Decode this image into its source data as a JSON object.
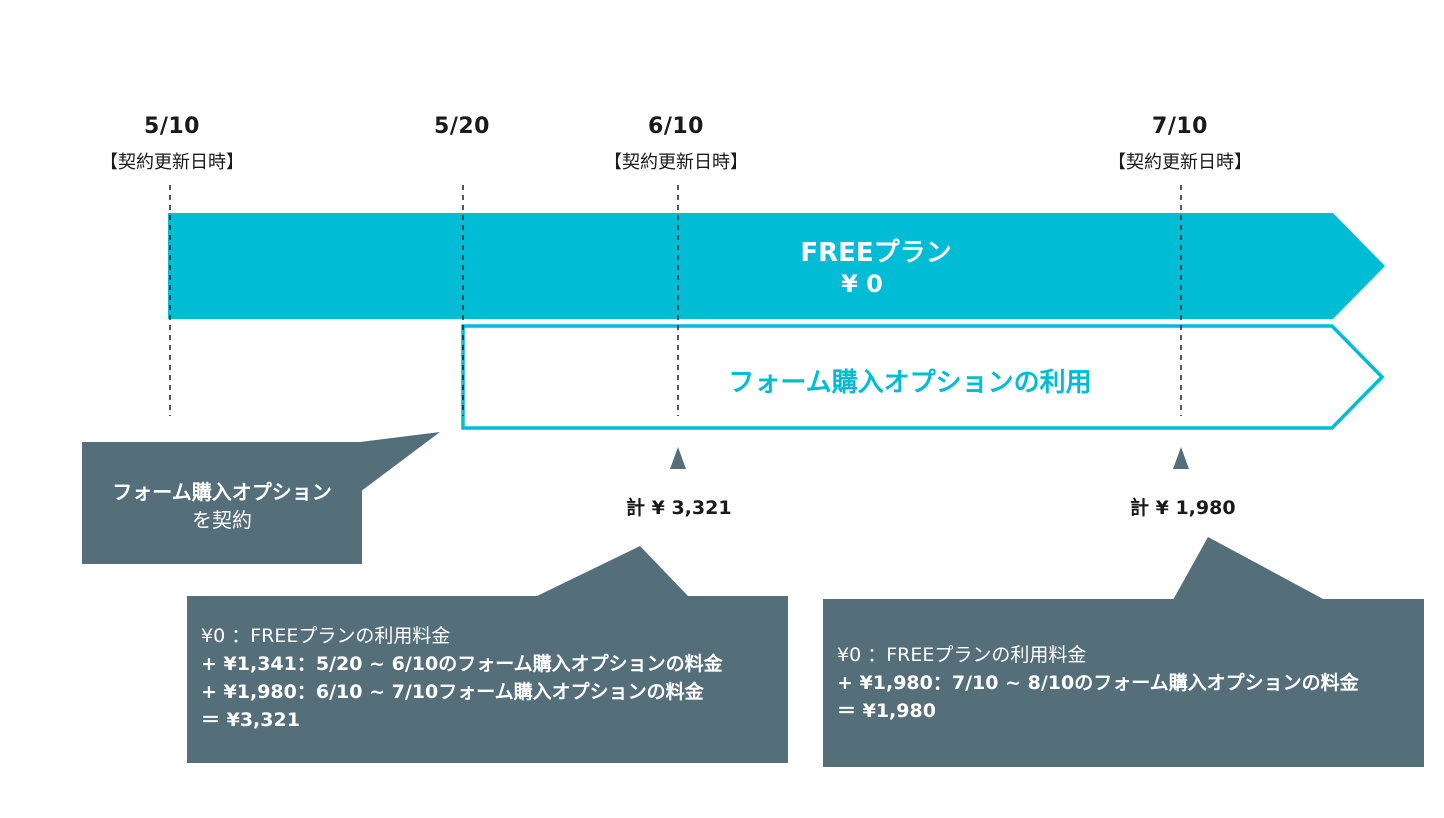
{
  "dates": [
    {
      "date": "5/10",
      "sub": "【契約更新日時】"
    },
    {
      "date": "5/20",
      "sub": ""
    },
    {
      "date": "6/10",
      "sub": "【契約更新日時】"
    },
    {
      "date": "7/10",
      "sub": "【契約更新日時】"
    }
  ],
  "free_plan": {
    "label": "FREEプラン",
    "price": "¥ 0"
  },
  "option_bar": {
    "label": "フォーム購入オプションの利用"
  },
  "contract_callout": {
    "line1": "フォーム購入オプション",
    "line2": "を契約"
  },
  "totals": [
    {
      "label": "計 ¥ 3,321"
    },
    {
      "label": "計 ¥ 1,980"
    }
  ],
  "notes": [
    {
      "lines": [
        "¥0 ：FREEプランの利用料金",
        "+ ¥1,341：5/20 ~ 6/10のフォーム購入オプションの料金",
        "+ ¥1,980：6/10 ~ 7/10フォーム購入オプションの料金",
        "＝ ¥3,321"
      ]
    },
    {
      "lines": [
        "¥0 ：FREEプランの利用料金",
        "+ ¥1,980：7/10 ~ 8/10のフォーム購入オプションの料金",
        "＝ ¥1,980"
      ]
    }
  ],
  "colors": {
    "accent": "#00bcd4",
    "callout": "#546e7a"
  }
}
